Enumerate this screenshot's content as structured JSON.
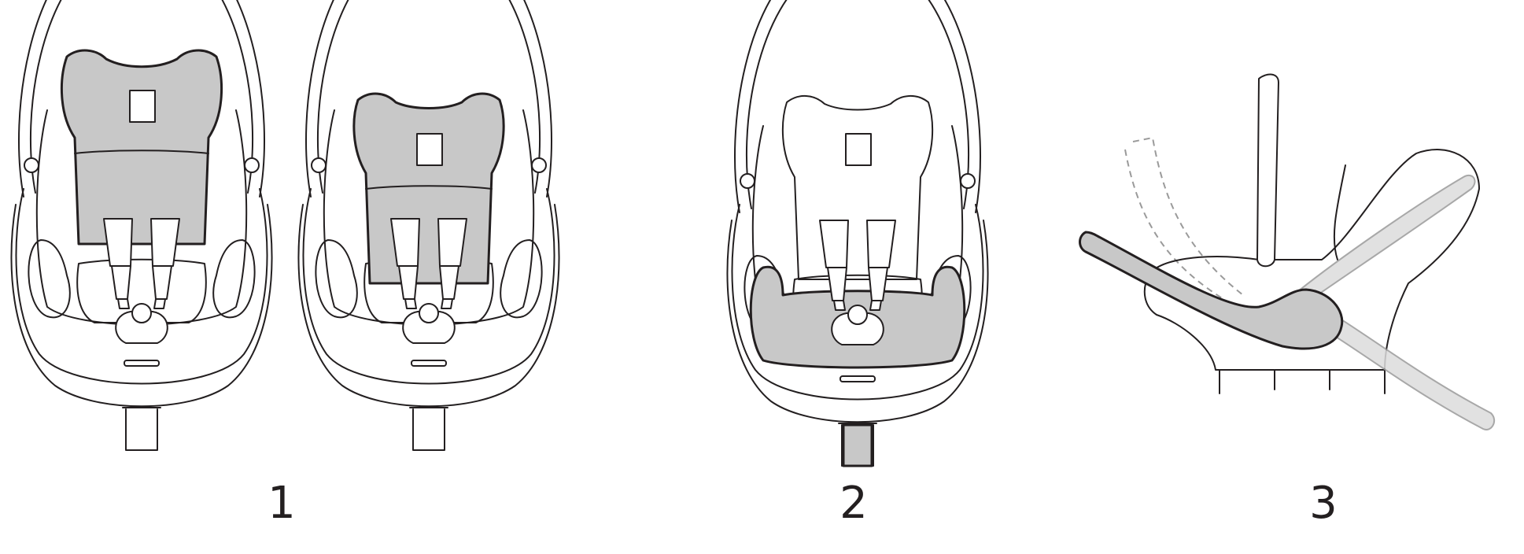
{
  "steps": [
    {
      "label": "1"
    },
    {
      "label": "2"
    },
    {
      "label": "3"
    }
  ],
  "colors": {
    "line": "#231f20",
    "highlight": "#c8c8c8",
    "background": "#ffffff"
  }
}
